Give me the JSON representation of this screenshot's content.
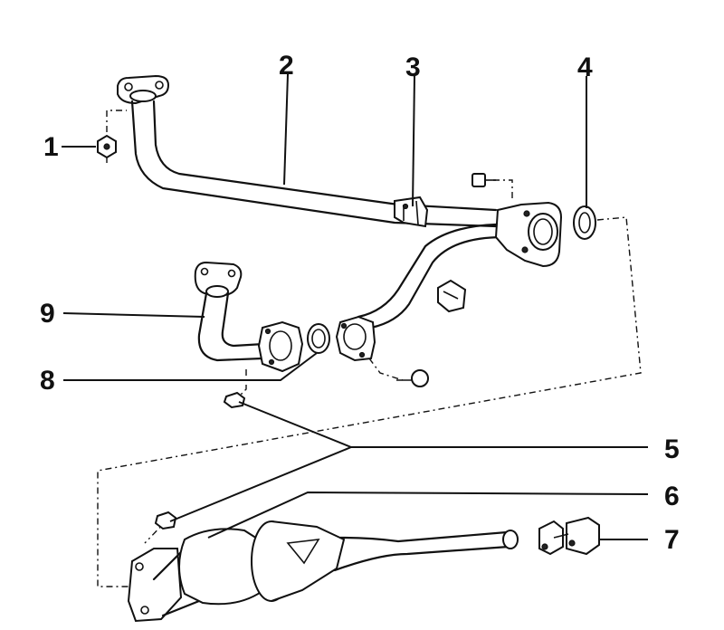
{
  "callouts": [
    {
      "id": "1",
      "label": "1"
    },
    {
      "id": "2",
      "label": "2"
    },
    {
      "id": "3",
      "label": "3"
    },
    {
      "id": "4",
      "label": "4"
    },
    {
      "id": "5",
      "label": "5"
    },
    {
      "id": "6",
      "label": "6"
    },
    {
      "id": "7",
      "label": "7"
    },
    {
      "id": "8",
      "label": "8"
    },
    {
      "id": "9",
      "label": "9"
    }
  ],
  "parts": {
    "part_1": "nut-icon",
    "part_2": "front-exhaust-pipe",
    "part_3": "pipe-bracket",
    "part_4": "sealing-ring",
    "part_5": "nuts",
    "part_6": "catalytic-converter",
    "part_7": "pipe-clamp",
    "part_8": "flange-gasket",
    "part_9": "downpipe"
  }
}
